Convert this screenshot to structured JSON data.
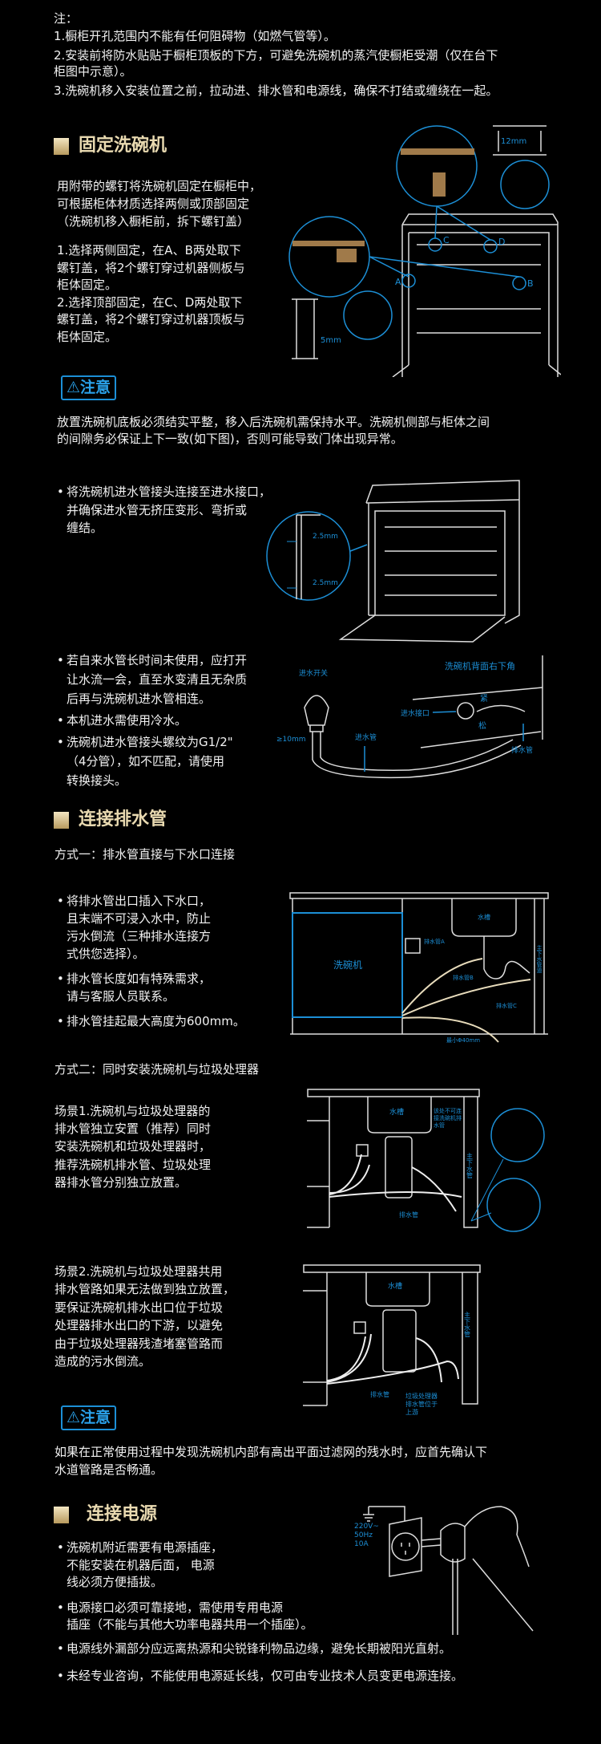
{
  "notes": {
    "label": "注：",
    "items": [
      "1.橱柜开孔范围内不能有任何阻碍物（如燃气管等）。",
      "2.安装前将防水贴贴于橱柜顶板的下方，可避免洗碗机的蒸汽使橱柜受潮（仅在台下",
      "柜图中示意）。",
      "3.洗碗机移入安装位置之前，拉动进、排水管和电源线，确保不打结或缠绕在一起。"
    ]
  },
  "fix": {
    "title": "固定洗碗机",
    "intro": [
      "用附带的螺钉将洗碗机固定在橱柜中，",
      "可根据柜体材质选择两侧或顶部固定",
      "（洗碗机移入橱柜前，拆下螺钉盖）"
    ],
    "steps": [
      "1.选择两侧固定，在A、B两处取下",
      "螺钉盖，将2个螺钉穿过机器侧板与",
      "柜体固定。",
      "2.选择顶部固定，在C、D两处取下",
      "螺钉盖，将2个螺钉穿过机器顶板与",
      "柜体固定。"
    ],
    "diagram_labels": {
      "a": "A",
      "b": "B",
      "c": "C",
      "d": "D",
      "gap12": "12mm",
      "gap5": "5mm"
    }
  },
  "notice1": {
    "label": "注意",
    "text": [
      "放置洗碗机底板必须结实平整，移入后洗碗机需保持水平。洗碗机侧部与柜体之间",
      "的间隙务必保证上下一致(如下图)，否则可能导致门体出现异常。"
    ]
  },
  "inlet": {
    "bullet1": [
      "将洗碗机进水管接头连接至进水接口，",
      "并确保进水管无挤压变形、弯折或",
      "缠结。"
    ],
    "gap_top": "2.5mm",
    "gap_bottom": "2.5mm",
    "bullets2": [
      [
        "若自来水管长时间未使用，应打开",
        "让水流一会，直至水变清且无杂质",
        "后再与洗碗机进水管相连。"
      ],
      [
        "本机进水需使用冷水。"
      ],
      [
        "洗碗机进水管接头螺纹为G1/2\"",
        "（4分管），如不匹配，请使用",
        "转换接头。"
      ]
    ],
    "diagram_labels": {
      "valve": "进水开关",
      "min": "≥10mm",
      "hose": "进水管",
      "corner": "洗碗机背面右下角",
      "port": "进水接口",
      "tight": "紧",
      "loose": "松",
      "drain": "排水管"
    }
  },
  "drain": {
    "title": "连接排水管",
    "method1": "方式一：排水管直接与下水口连接",
    "bullets": [
      [
        "将排水管出口插入下水口，",
        "且末端不可浸入水中，防止",
        "污水倒流（三种排水连接方",
        "式供您选择）。"
      ],
      [
        "排水管长度如有特殊需求，",
        "请与客服人员联系。"
      ],
      [
        "排水管挂起最大高度为600mm。"
      ]
    ],
    "diagram1_labels": {
      "dishwasher": "洗碗机",
      "sink": "水槽",
      "hose_a": "排水管A",
      "hose_b": "排水管B",
      "hose_c": "排水管C",
      "main": "主下水管道",
      "min": "最小Φ40mm"
    },
    "method2": "方式二：同时安装洗碗机与垃圾处理器",
    "scene1": [
      "场景1.洗碗机与垃圾处理器的",
      "排水管独立安置（推荐）同时",
      "安装洗碗机和垃圾处理器时，",
      "推荐洗碗机排水管、垃圾处理",
      "器排水管分别独立放置。"
    ],
    "diagram2_labels": {
      "sink": "水槽",
      "warn": "该处不可连接洗碗机排水管",
      "main": "主下水管",
      "hose": "排水管"
    },
    "scene2": [
      "场景2.洗碗机与垃圾处理器共用",
      "排水管路如果无法做到独立放置，",
      "要保证洗碗机排水出口位于垃圾",
      "处理器排水出口的下游，以避免",
      "由于垃圾处理器残渣堵塞管路而",
      "造成的污水倒流。"
    ],
    "diagram3_labels": {
      "sink": "水槽",
      "main": "主下水管",
      "hose": "排水管",
      "upstream": "垃圾处理器排水管位于上游"
    }
  },
  "notice2": {
    "label": "注意",
    "text": [
      "如果在正常使用过程中发现洗碗机内部有高出平面过滤网的残水时，应首先确认下",
      "水道管路是否畅通。"
    ]
  },
  "power": {
    "title": "连接电源",
    "bullets": [
      [
        "洗碗机附近需要有电源插座，",
        "不能安装在机器后面， 电源",
        "线必须方便插拔。"
      ],
      [
        "电源接口必须可靠接地，需使用专用电源",
        "插座（不能与其他大功率电器共用一个插座）。"
      ],
      [
        "电源线外漏部分应远离热源和尖锐锋利物品边缘，避免长期被阳光直射。"
      ],
      [
        "未经专业咨询，不能使用电源延长线，仅可由专业技术人员变更电源连接。"
      ]
    ],
    "spec": [
      "220V~",
      "50Hz",
      "10A"
    ]
  },
  "colors": {
    "accent": "#1c8fd6",
    "gold": "#e8d9b0",
    "wood": "#a07a4a"
  }
}
